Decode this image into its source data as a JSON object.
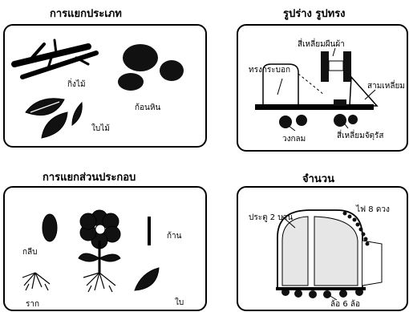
{
  "panels": {
    "classification": {
      "title": "การแยกประเภท",
      "labels": {
        "branches": "กิ่งไม้",
        "stones": "ก้อนหิน",
        "leaves": "ใบไม้"
      }
    },
    "shapes": {
      "title": "รูปร่าง รูปทรง",
      "labels": {
        "rectangle": "สี่เหลี่ยมผืนผ้า",
        "cylinder": "ทรงกระบอก",
        "triangle": "สามเหลี่ยม",
        "circle": "วงกลม",
        "square": "สี่เหลี่ยมจัตุรัส"
      }
    },
    "components": {
      "title": "การแยกส่วนประกอบ",
      "labels": {
        "petal": "กลีบ",
        "stem": "ก้าน",
        "root": "ราก",
        "leaf": "ใบ"
      }
    },
    "counting": {
      "title": "จำนวน",
      "labels": {
        "doors": "ประตู 2 บาน",
        "lights": "ไฟ 8 ดวง",
        "wheels": "ล้อ 6 ล้อ"
      }
    }
  }
}
